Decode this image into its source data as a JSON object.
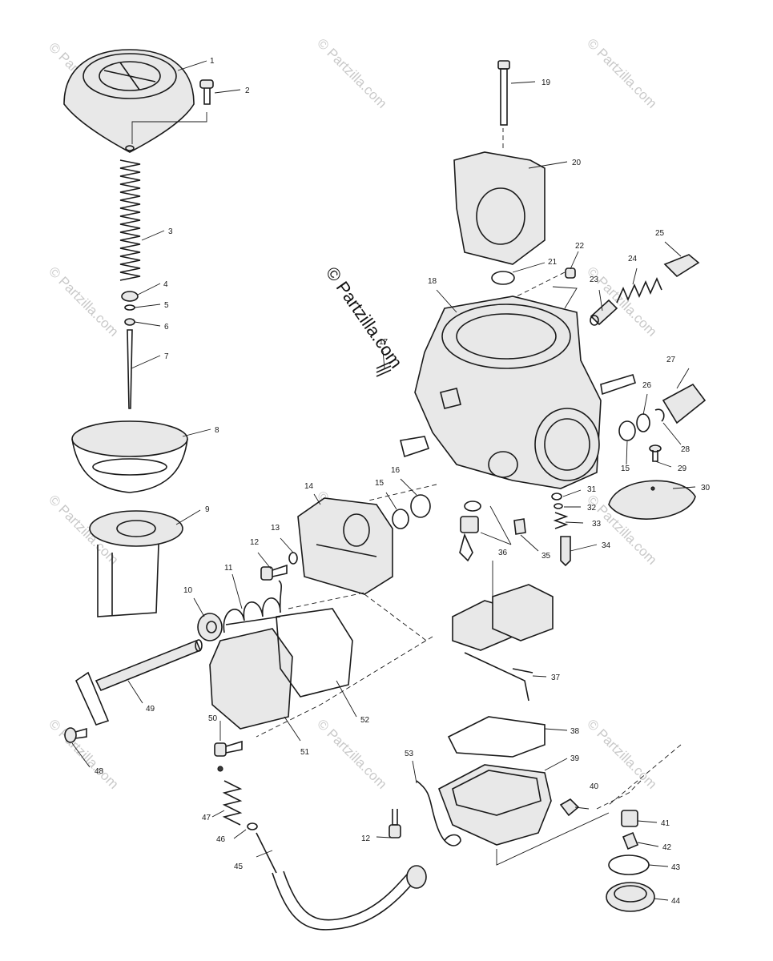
{
  "watermark": {
    "main_text": "© Partzilla.com",
    "repeated_text": "© Partzilla.com"
  },
  "callouts": [
    "1",
    "2",
    "3",
    "4",
    "5",
    "6",
    "7",
    "8",
    "9",
    "10",
    "11",
    "12",
    "13",
    "14",
    "15",
    "16",
    "17",
    "18",
    "19",
    "20",
    "21",
    "22",
    "23",
    "24",
    "25",
    "26",
    "27",
    "28",
    "29",
    "30",
    "31",
    "32",
    "33",
    "34",
    "35",
    "36",
    "37",
    "38",
    "39",
    "40",
    "41",
    "42",
    "43",
    "44",
    "45",
    "46",
    "47",
    "48",
    "49",
    "50",
    "51",
    "52",
    "53",
    "12",
    "15"
  ],
  "colors": {
    "line": "#1a1a1a",
    "watermark": "#c9c9c9",
    "background": "#ffffff"
  }
}
